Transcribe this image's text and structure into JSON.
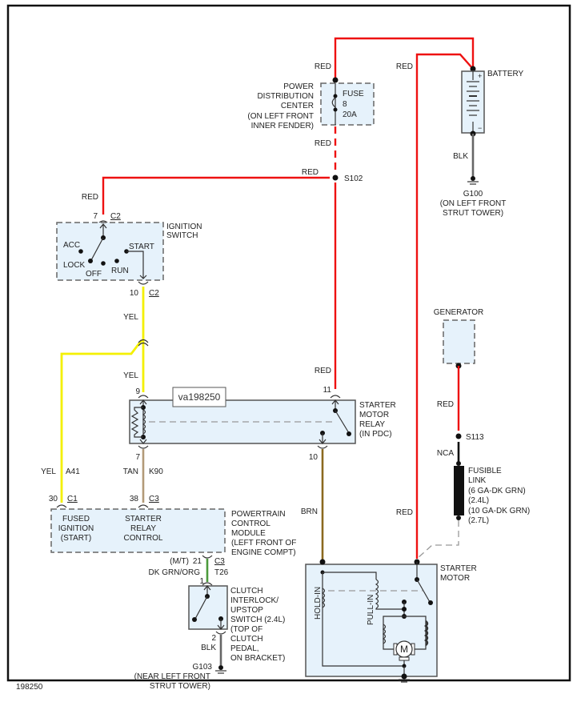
{
  "diagram": {
    "id_tag": "va198250",
    "figure_number": "198250",
    "components": {
      "pdc": {
        "name_lines": [
          "POWER",
          "DISTRIBUTION",
          "CENTER",
          "(ON LEFT FRONT",
          "INNER FENDER)"
        ],
        "fuse_lines": [
          "FUSE",
          "8",
          "20A"
        ]
      },
      "battery": {
        "name": "BATTERY",
        "plus": "+",
        "minus": "−"
      },
      "g100": {
        "lines": [
          "G100",
          "(ON LEFT FRONT",
          "STRUT TOWER)"
        ]
      },
      "s102": {
        "name": "S102"
      },
      "ignition_switch": {
        "name_lines": [
          "IGNITION",
          "SWITCH"
        ],
        "positions": [
          "ACC",
          "LOCK",
          "OFF",
          "RUN",
          "START"
        ],
        "pin_in": "7",
        "conn_in": "C2",
        "pin_out": "10",
        "conn_out": "C2"
      },
      "starter_relay": {
        "name_lines": [
          "STARTER",
          "MOTOR",
          "RELAY",
          "(IN PDC)"
        ],
        "pins": {
          "coil_in": "9",
          "coil_out": "7",
          "switch_in": "11",
          "switch_out": "10"
        }
      },
      "generator": {
        "name": "GENERATOR"
      },
      "s113": {
        "name": "S113"
      },
      "fusible_link": {
        "lines": [
          "FUSIBLE",
          "LINK",
          "(6 GA-DK GRN)",
          "(2.4L)",
          "(10 GA-DK GRN)",
          "(2.7L)"
        ]
      },
      "pcm": {
        "name_lines": [
          "POWERTRAIN",
          "CONTROL",
          "MODULE",
          "(LEFT FRONT OF",
          "ENGINE COMPT)"
        ],
        "inner_left": [
          "FUSED",
          "IGNITION",
          "(START)"
        ],
        "inner_right": [
          "STARTER",
          "RELAY",
          "CONTROL"
        ],
        "pin_c1": "30",
        "conn_c1": "C1",
        "pin_c3": "38",
        "conn_c3": "C3",
        "pin_21": "21",
        "conn_21": "C3",
        "mt_note": "(M/T)"
      },
      "clutch_switch": {
        "name_lines": [
          "CLUTCH",
          "INTERLOCK/",
          "UPSTOP",
          "SWITCH  (2.4L)",
          "(TOP OF",
          "CLUTCH",
          "PEDAL,",
          "ON BRACKET)"
        ],
        "pin_in": "1",
        "pin_out": "2"
      },
      "g103": {
        "lines": [
          "G103",
          "(NEAR LEFT FRONT",
          "STRUT TOWER)"
        ]
      },
      "starter_motor": {
        "name_lines": [
          "STARTER",
          "MOTOR"
        ],
        "hold_in": "HOLD-IN",
        "pull_in": "PULL-IN",
        "motor": "M"
      }
    },
    "wires": {
      "red": "RED",
      "blk": "BLK",
      "yel": "YEL",
      "tan": "TAN",
      "brn": "BRN",
      "nca": "NCA",
      "dk_grn_org": "DK GRN/ORG",
      "circuit_a41": "A41",
      "circuit_k90": "K90",
      "circuit_t26": "T26"
    },
    "colors": {
      "red": "#ee1111",
      "yellow": "#f4f000",
      "tan": "#b29a78",
      "brown": "#8b6a20",
      "dk_grn_org": "#4b9a3c",
      "black": "#111111",
      "component_fill": "#e6f2fb"
    }
  }
}
